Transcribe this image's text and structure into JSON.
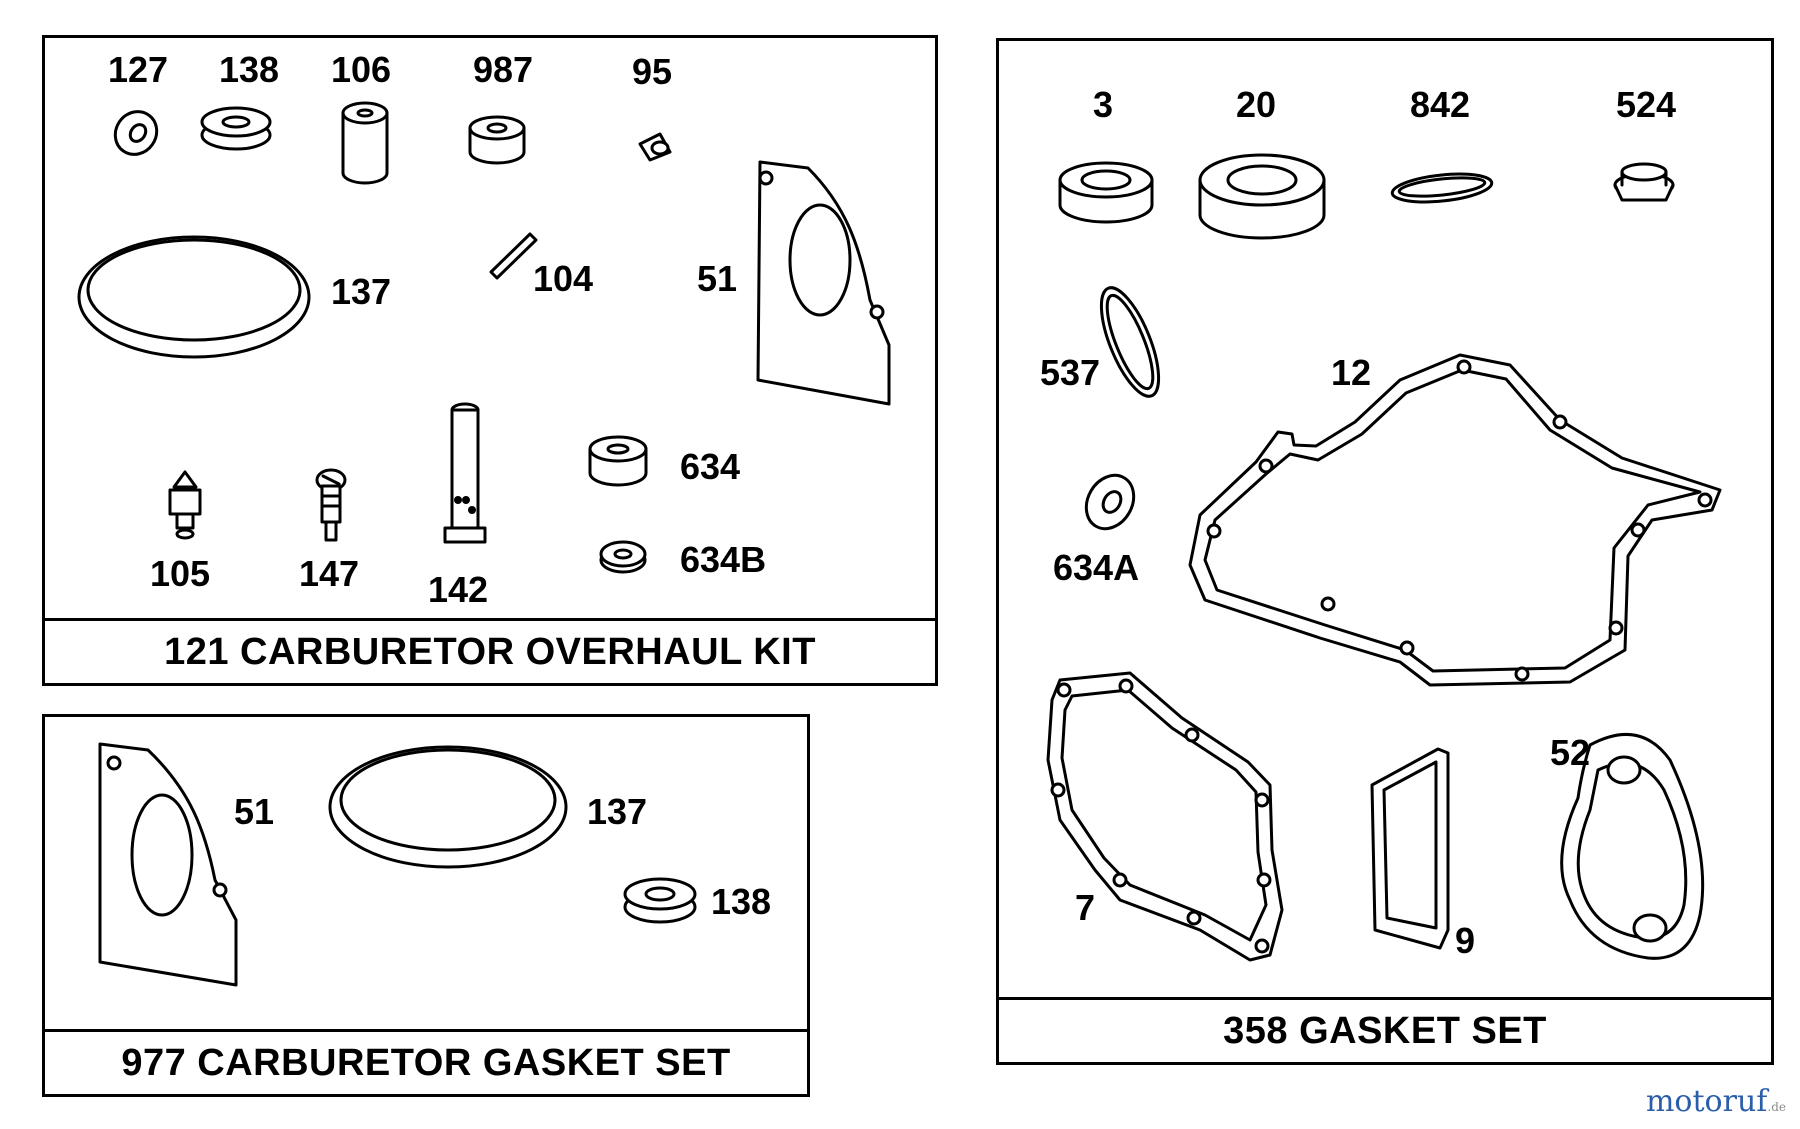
{
  "kits": {
    "overhaul": {
      "caption": "121 CARBURETOR OVERHAUL KIT",
      "labels": [
        "127",
        "138",
        "106",
        "987",
        "95",
        "137",
        "104",
        "51",
        "634",
        "634B",
        "105",
        "147",
        "142"
      ]
    },
    "carb_gasket": {
      "caption": "977 CARBURETOR GASKET SET",
      "labels": [
        "51",
        "137",
        "138"
      ]
    },
    "gasket_set": {
      "caption": "358 GASKET SET",
      "labels": [
        "3",
        "20",
        "842",
        "524",
        "537",
        "12",
        "634A",
        "7",
        "9",
        "52"
      ]
    }
  },
  "watermark": {
    "main": "motoruf",
    "tld": ".de"
  },
  "colors": {
    "line": "#000000",
    "background": "#ffffff",
    "watermark_blue": "#2b5ea8",
    "watermark_orange": "#e8861a",
    "watermark_gray": "#8a8a8a"
  }
}
